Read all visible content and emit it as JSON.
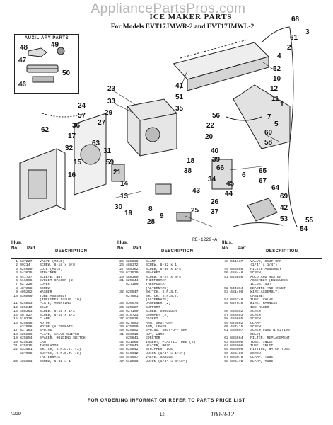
{
  "watermark": "AppliancePartsPros.com",
  "title": "ICE MAKER PARTS",
  "subtitle": "For Models EVT17JMWR-2 and EVT17JMWL-2",
  "auxiliary_label": "AUXILIARY PARTS",
  "figure_ref": "RE-1229-A",
  "callouts": [
    "48",
    "49",
    "47",
    "50",
    "46",
    "23",
    "33",
    "29",
    "27",
    "24",
    "57",
    "36",
    "17",
    "62",
    "32",
    "15",
    "16",
    "63",
    "31",
    "59",
    "21",
    "14",
    "13",
    "30",
    "19",
    "28",
    "41",
    "51",
    "35",
    "68",
    "3",
    "61",
    "2",
    "4",
    "52",
    "10",
    "12",
    "11",
    "1",
    "56",
    "7",
    "5",
    "22",
    "20",
    "60",
    "58",
    "40",
    "39",
    "18",
    "66",
    "65",
    "67",
    "64",
    "69",
    "6",
    "45",
    "44",
    "38",
    "34",
    "43",
    "26",
    "37",
    "25",
    "8",
    "9",
    "42",
    "53",
    "54",
    "55"
  ],
  "columns": {
    "illus": "Illus.",
    "no": "No.",
    "part": "Part",
    "desc": "DESCRIPTION"
  },
  "parts_col1": [
    {
      "no": "1",
      "part": "537227",
      "desc": "VALVE (MOLD)"
    },
    {
      "no": "2",
      "part": "99214",
      "desc": "SCREW, 8-18 x 5/8"
    },
    {
      "no": "3",
      "part": "625989",
      "desc": "COIL (MOLD)"
    },
    {
      "no": "4",
      "part": "543625",
      "desc": "STRAINER"
    },
    {
      "no": "5",
      "part": "541737",
      "desc": "SLEEVE, NUT"
    },
    {
      "no": "6",
      "part": "516906",
      "desc": "EYELET SPACER (2)"
    },
    {
      "no": "7",
      "part": "627226",
      "desc": "COVER"
    },
    {
      "no": "8",
      "part": "487358",
      "desc": "SCREW"
    },
    {
      "no": "9",
      "part": "405292",
      "desc": "WASHER"
    },
    {
      "no": "10",
      "part": "836800",
      "desc": "TUBE ASSEMBLY"
    },
    {
      "no": "",
      "part": "",
      "desc": "(INCLUDES ILLUS. 10)"
    },
    {
      "no": "11",
      "part": "625853",
      "desc": "PLATE, MOUNTING"
    },
    {
      "no": "12",
      "part": "625840",
      "desc": "GEAR"
    },
    {
      "no": "13",
      "part": "488363",
      "desc": "SCREW, 8-18 x 1/2"
    },
    {
      "no": "14",
      "part": "487927",
      "desc": "SCREW, 8-18 x 1/2"
    },
    {
      "no": "15",
      "part": "510716",
      "desc": "CLAMP"
    },
    {
      "no": "16",
      "part": "625846",
      "desc": "MOTOR"
    },
    {
      "no": "",
      "part": "627006",
      "desc": "MOTOR (ALTERNATE)"
    },
    {
      "no": "17",
      "part": "627163",
      "desc": "SPRING"
    },
    {
      "no": "18",
      "part": "625836",
      "desc": "PLATE, VALVE SWITCH"
    },
    {
      "no": "19",
      "part": "625854",
      "desc": "SPACER, HOLDING SWITCH"
    },
    {
      "no": "20",
      "part": "625915",
      "desc": "CAM"
    },
    {
      "no": "21",
      "part": "625835",
      "desc": "INSULATOR"
    },
    {
      "no": "22",
      "part": "833401",
      "desc": "SWITCH, S.P.D.T. (2)"
    },
    {
      "no": "",
      "part": "627065",
      "desc": "SWITCH, S.P.D.T. (2)"
    },
    {
      "no": "",
      "part": "",
      "desc": "(ALTERNATE)"
    },
    {
      "no": "24",
      "part": "488361",
      "desc": "SCREW, 6-32 x 1"
    }
  ],
  "parts_col2": [
    {
      "no": "25",
      "part": "625839",
      "desc": "CLAMP"
    },
    {
      "no": "26",
      "part": "488372",
      "desc": "SCREW, 8-32 x 1"
    },
    {
      "no": "27",
      "part": "488362",
      "desc": "SCREW, 6-40 x 1/4"
    },
    {
      "no": "28",
      "part": "621910",
      "desc": "BRACKET"
    },
    {
      "no": "29",
      "part": "488360",
      "desc": "SCREW, 4-24 x 3/4"
    },
    {
      "no": "31",
      "part": "625844",
      "desc": "THERMOSTAT"
    },
    {
      "no": "",
      "part": "627180",
      "desc": "THERMOSTAT"
    },
    {
      "no": "",
      "part": "",
      "desc": "(ALTERNATE)"
    },
    {
      "no": "32",
      "part": "625947",
      "desc": "SWITCH, S.P.S.T."
    },
    {
      "no": "",
      "part": "627001",
      "desc": "SWITCH, S.P.S.T."
    },
    {
      "no": "",
      "part": "",
      "desc": "(ALTERNATE)"
    },
    {
      "no": "33",
      "part": "836074",
      "desc": "DAMPENER (2)"
    },
    {
      "no": "34",
      "part": "625837",
      "desc": "SUPPORT"
    },
    {
      "no": "35",
      "part": "627199",
      "desc": "SCREW, SHOULDER"
    },
    {
      "no": "36",
      "part": "510723",
      "desc": "GROMMET (2)"
    },
    {
      "no": "37",
      "part": "625838",
      "desc": "GASKET"
    },
    {
      "no": "38",
      "part": "627003",
      "desc": "ARM, SHUT-OFF"
    },
    {
      "no": "39",
      "part": "625850",
      "desc": "ARM, LEVER"
    },
    {
      "no": "40",
      "part": "625852",
      "desc": "SPRING, SHUT-OFF ARM"
    },
    {
      "no": "41",
      "part": "836010",
      "desc": "NUT, WIRE"
    },
    {
      "no": "",
      "part": "625841",
      "desc": "EJECTOR"
    },
    {
      "no": "42",
      "part": "631565",
      "desc": "INSERT, PLASTIC TUBE (2)"
    },
    {
      "no": "43",
      "part": "625843",
      "desc": "HEATER, MOLD"
    },
    {
      "no": "44",
      "part": "625842",
      "desc": "STRIPPER, ICE"
    },
    {
      "no": "45",
      "part": "515612",
      "desc": "UNION (1/4\" x 1/4\")"
    },
    {
      "no": "46",
      "part": "544057",
      "desc": "VALVE, SADDLE"
    },
    {
      "no": "47",
      "part": "512563",
      "desc": "UNION (1/4\" x 3/16\")"
    }
  ],
  "parts_col3": [
    {
      "no": "48",
      "part": "541137",
      "desc": "VALVE, SHUT-OFF"
    },
    {
      "no": "",
      "part": "",
      "desc": "(1/4\" x 1/4\")"
    },
    {
      "no": "49",
      "part": "835568",
      "desc": "FILTER ASSEMBLY"
    },
    {
      "no": "50",
      "part": "488446",
      "desc": "SCREW"
    },
    {
      "no": "51",
      "part": "625856",
      "desc": "MOLD AND HEATER"
    },
    {
      "no": "",
      "part": "",
      "desc": "ASSEMBLY (INCLUDES"
    },
    {
      "no": "",
      "part": "",
      "desc": "ILLUS. 43)"
    },
    {
      "no": "52",
      "part": "544304",
      "desc": "BEARING AND INLET"
    },
    {
      "no": "53",
      "part": "481498",
      "desc": "WIRE ASSEMBLY,"
    },
    {
      "no": "",
      "part": "",
      "desc": "CABINET"
    },
    {
      "no": "54",
      "part": "836240",
      "desc": "TUBE, VALVE"
    },
    {
      "no": "55",
      "part": "627016",
      "desc": "WIRE, HARNESS"
    },
    {
      "no": "",
      "part": "",
      "desc": "ICE MAKER"
    },
    {
      "no": "56",
      "part": "488552",
      "desc": "SCREW"
    },
    {
      "no": "57",
      "part": "488553",
      "desc": "SCREW"
    },
    {
      "no": "58",
      "part": "486685",
      "desc": "SCREW"
    },
    {
      "no": "59",
      "part": "625862",
      "desc": "CLAMP"
    },
    {
      "no": "60",
      "part": "487415",
      "desc": "SCREW"
    },
    {
      "no": "61",
      "part": "488607",
      "desc": "SCREW (USE W/627106"
    },
    {
      "no": "",
      "part": "",
      "desc": "ONLY)"
    },
    {
      "no": "62",
      "part": "835564",
      "desc": "FILTER, REPLACEMENT"
    },
    {
      "no": "63",
      "part": "836090",
      "desc": "TUBE, INLET"
    },
    {
      "no": "64",
      "part": "836098",
      "desc": "TUBE, INLET"
    },
    {
      "no": "65",
      "part": "836096",
      "desc": "FITTING, WATER TUBE"
    },
    {
      "no": "66",
      "part": "486486",
      "desc": "SCREW"
    },
    {
      "no": "67",
      "part": "836078",
      "desc": "CLAMP, TUBE"
    },
    {
      "no": "68",
      "part": "836472",
      "desc": "CLAMP, TUBE"
    }
  ],
  "footer": {
    "order_note": "FOR ORDERING INFORMATION REFER TO PARTS PRICE LIST",
    "date": "7/229",
    "page": "12",
    "handwritten": "180-8-12"
  }
}
